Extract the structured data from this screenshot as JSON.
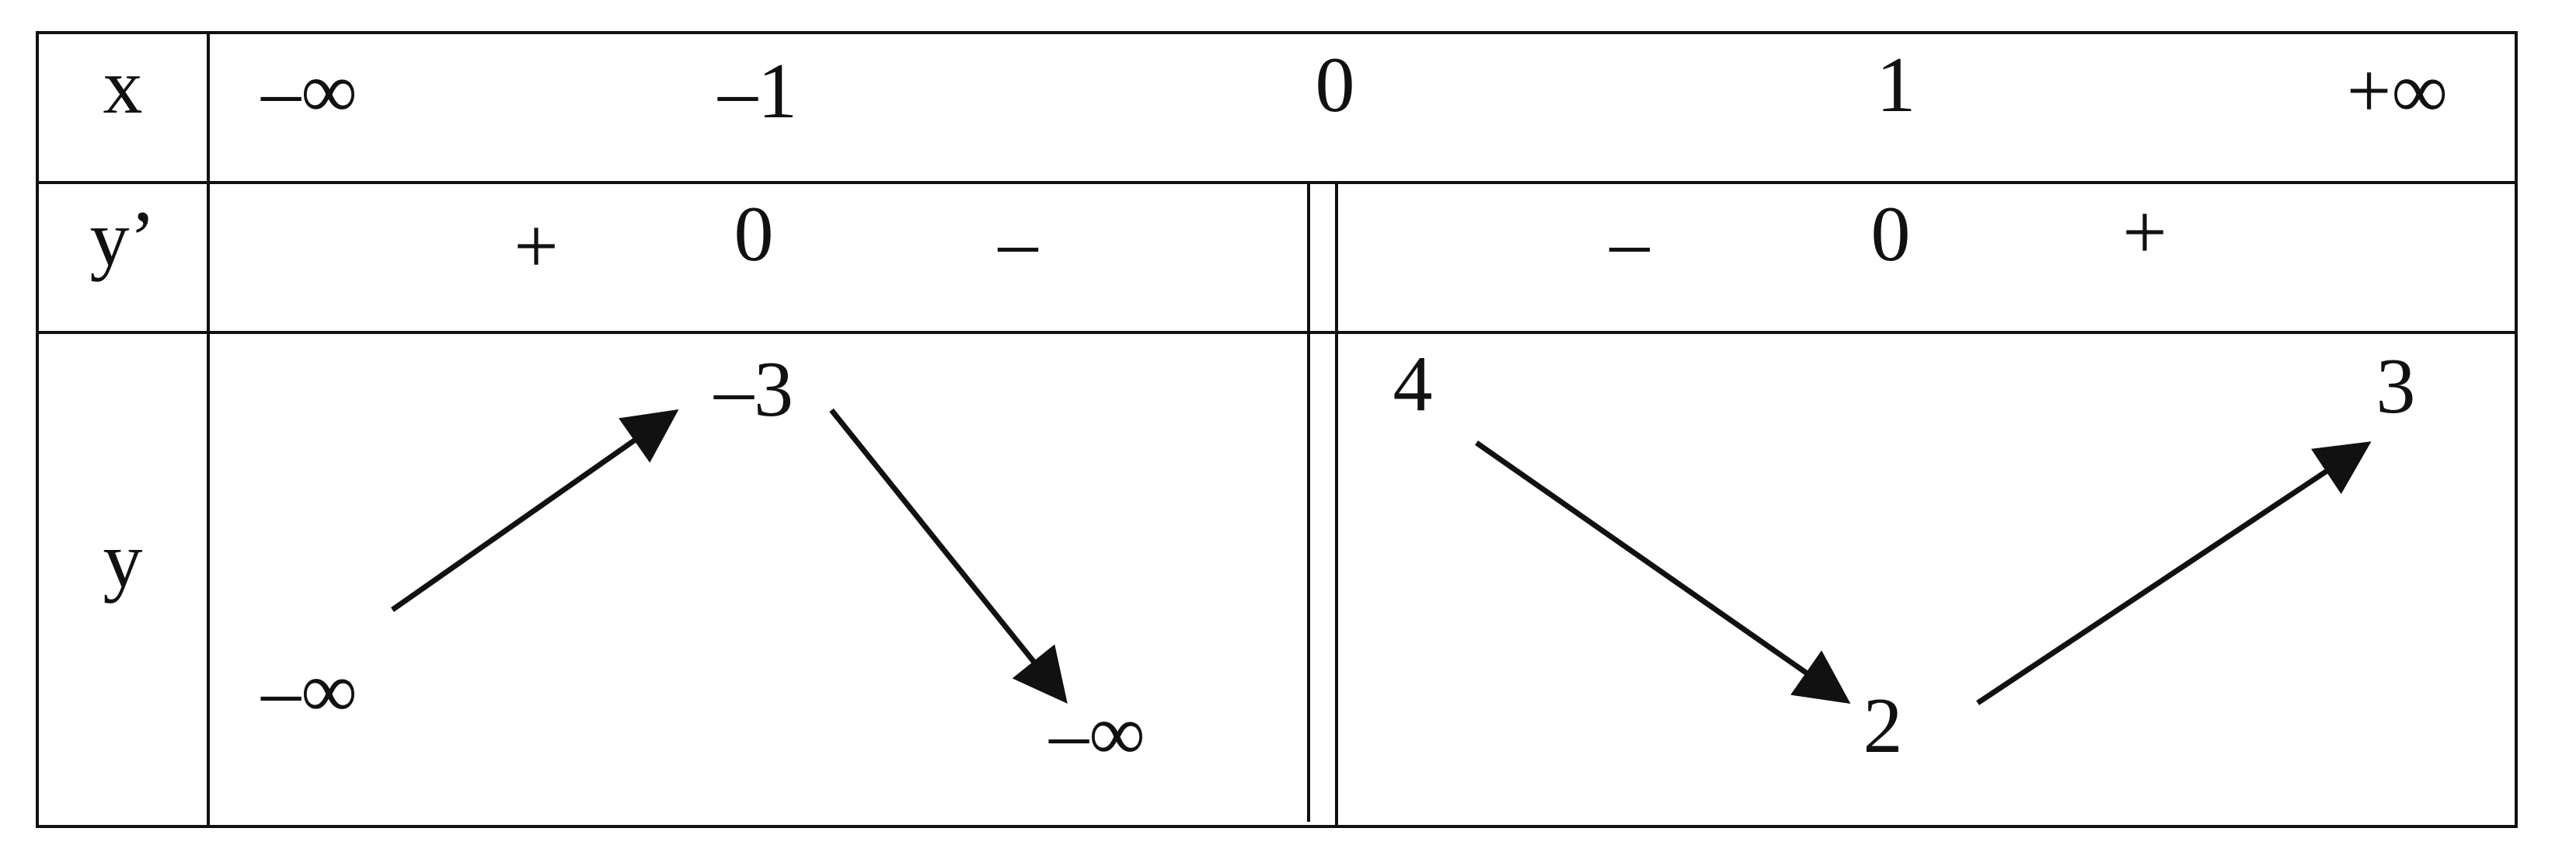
{
  "table": {
    "row_labels": {
      "x": "x",
      "y_prime": "y’",
      "y": "y"
    },
    "x_values": [
      "–∞",
      "–1",
      "0",
      "1",
      "+∞"
    ],
    "y_prime_signs": [
      "+",
      "0",
      "–",
      "–",
      "0",
      "+"
    ],
    "y_values": {
      "left_start": "–∞",
      "left_max": "–3",
      "left_end": "–∞",
      "right_start": "4",
      "right_min": "2",
      "right_end": "3"
    },
    "discontinuity_at": "0"
  },
  "colors": {
    "ink": "#111111",
    "background": "#ffffff"
  }
}
